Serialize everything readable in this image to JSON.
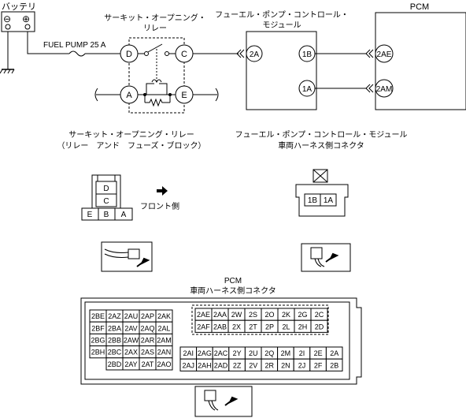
{
  "battery": {
    "label": "バッテリ",
    "neg": "⊖",
    "pos": "⊕"
  },
  "fuse": {
    "label": "FUEL PUMP 25 A"
  },
  "relay": {
    "title_line1": "サーキット・オープニング・",
    "title_line2": "リレー",
    "pins": {
      "D": "D",
      "C": "C",
      "A": "A",
      "E": "E"
    }
  },
  "fpcm": {
    "title_line1": "フューエル・ポンプ・コントロール・",
    "title_line2": "モジュール",
    "pins": {
      "p2A": "2A",
      "p1B": "1B",
      "p1A": "1A"
    }
  },
  "pcm": {
    "title": "PCM",
    "pins": {
      "p2AE": "2AE",
      "p2AM": "2AM"
    }
  },
  "captions": {
    "relay_line1": "サーキット・オープニング・リレー",
    "relay_line2": "（リレー　アンド　フューズ・ブロック）",
    "fpcm_line1": "フューエル・ポンプ・コントロール・モジュール",
    "fpcm_line2": "車両ハーネス側コネクタ",
    "front": "フロント側",
    "pcm_line1": "PCM",
    "pcm_line2": "車両ハーネス側コネクタ"
  },
  "relay_connector": {
    "D": "D",
    "C": "C",
    "E": "E",
    "B": "B",
    "A": "A"
  },
  "fpcm_connector": {
    "p1B": "1B",
    "p1A": "1A"
  },
  "pcm_connector": {
    "left_rows": [
      [
        "2BE",
        "2AZ",
        "2AU",
        "2AP",
        "2AK"
      ],
      [
        "2BF",
        "2BA",
        "2AV",
        "2AQ",
        "2AL"
      ],
      [
        "2BG",
        "2BB",
        "2AW",
        "2AR",
        "2AM"
      ],
      [
        "2BH",
        "2BC",
        "2AX",
        "2AS",
        "2AN"
      ],
      [
        "",
        "2BD",
        "2AY",
        "2AT",
        "2AO"
      ]
    ],
    "top_right_rows": [
      [
        "2AE",
        "2AA",
        "2W",
        "2S",
        "2O",
        "2K",
        "2G",
        "2C"
      ],
      [
        "2AF",
        "2AB",
        "2X",
        "2T",
        "2P",
        "2L",
        "2H",
        "2D"
      ]
    ],
    "bottom_right_rows": [
      [
        "2AI",
        "2AG",
        "2AC",
        "2Y",
        "2U",
        "2Q",
        "2M",
        "2I",
        "2E",
        "2A"
      ],
      [
        "2AJ",
        "2AH",
        "2AD",
        "2Z",
        "2V",
        "2R",
        "2N",
        "2J",
        "2F",
        "2B"
      ]
    ]
  }
}
